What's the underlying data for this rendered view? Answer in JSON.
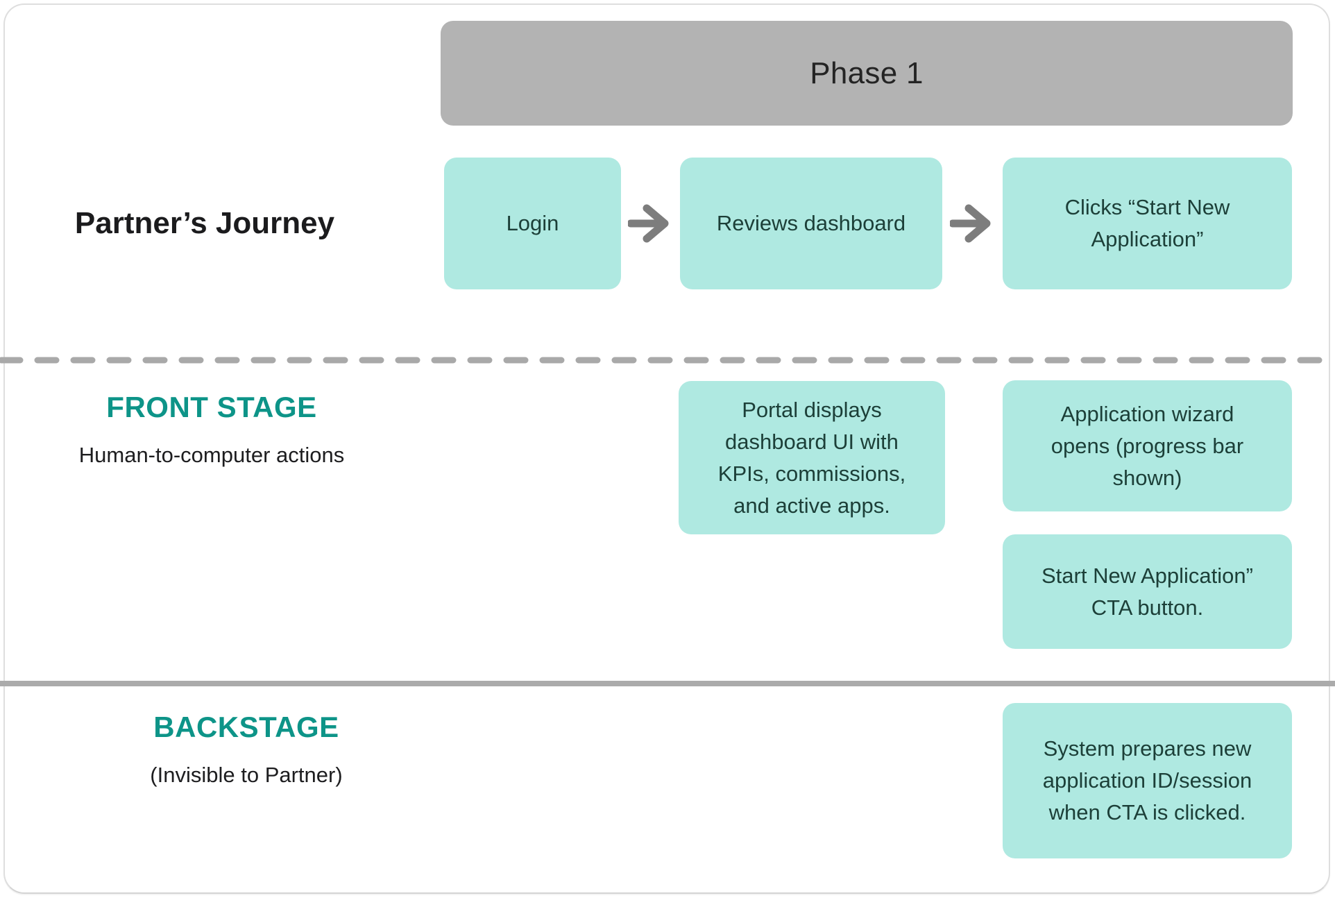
{
  "phase": {
    "label": "Phase 1"
  },
  "rows": {
    "journey": {
      "label": "Partner’s Journey"
    },
    "front_stage": {
      "title": "FRONT STAGE",
      "subtitle": "Human-to-computer actions"
    },
    "backstage": {
      "title": "BACKSTAGE",
      "subtitle": "(Invisible to Partner)"
    }
  },
  "journey_steps": [
    {
      "label": "Login"
    },
    {
      "label": "Reviews dashboard"
    },
    {
      "label": "Clicks “Start New\nApplication”"
    }
  ],
  "front_stage_notes": [
    {
      "text": "Portal displays\ndashboard UI with\nKPIs, commissions,\nand active apps."
    },
    {
      "text": "Application wizard\nopens (progress bar\nshown)"
    },
    {
      "text": "Start New Application”\nCTA button."
    }
  ],
  "backstage_notes": [
    {
      "text": "System prepares new\napplication ID/session\nwhen CTA is clicked."
    }
  ],
  "icons": {
    "arrow": "arrow-right-icon"
  },
  "colors": {
    "step_box_fill": "#afe9e1",
    "step_box_text": "#1c3f38",
    "phase_header_fill": "#b3b3b3",
    "phase_header_text": "#242424",
    "stage_title_teal": "#0d9488",
    "divider_gray": "#a9a9a9",
    "arrow_gray": "#7d7d7d"
  }
}
